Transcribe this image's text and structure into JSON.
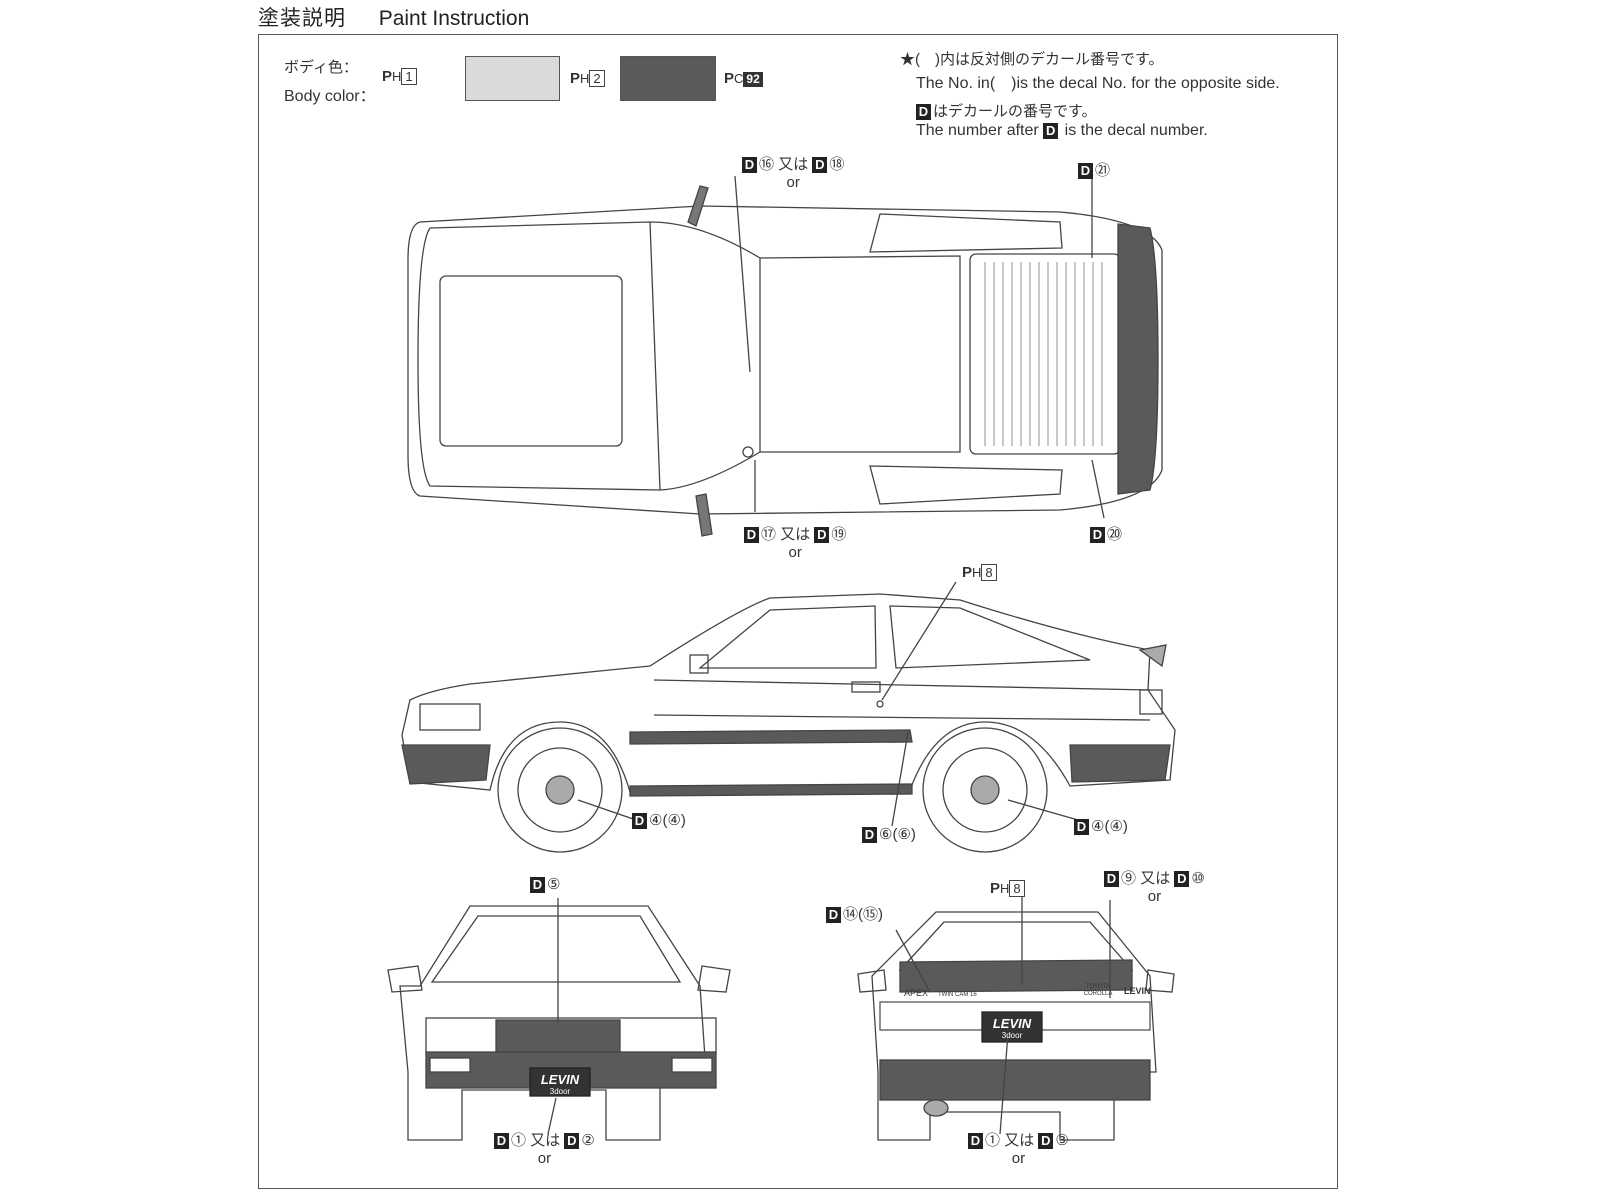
{
  "header": {
    "title_jp": "塗装説明",
    "title_en": "Paint Instruction"
  },
  "legend": {
    "body_color_jp": "ボディ色：",
    "body_color_en": "Body color：",
    "swatches": [
      {
        "ph_letter": "P",
        "ph_sub": "H",
        "code": "1",
        "color": "#ffffff"
      },
      {
        "ph_letter": "P",
        "ph_sub": "H",
        "code": "2",
        "color": "#d8dadc"
      },
      {
        "ph_letter": "P",
        "ph_sub": "C",
        "code": "92",
        "color": "#5a5a5a"
      }
    ]
  },
  "notes": {
    "star_jp": "★(　)内は反対側のデカール番号です。",
    "star_en": "The No. in(　)is the decal No. for the opposite side.",
    "d_jp": "はデカールの番号です。",
    "d_en_pre": "The number after",
    "d_en_post": "is the decal number.",
    "d_mark": "D"
  },
  "callouts": {
    "top_front": {
      "a": "⑯",
      "mid_jp": "又は",
      "b": "⑱",
      "or": "or"
    },
    "top_rear": {
      "a": "㉑"
    },
    "bottom_front": {
      "a": "⑰",
      "mid_jp": "又は",
      "b": "⑲",
      "or": "or"
    },
    "bottom_rear": {
      "a": "⑳"
    },
    "side_ph": {
      "code": "8"
    },
    "side_wheel_front": {
      "a": "④(④)"
    },
    "side_stripe": {
      "a": "⑥(⑥)"
    },
    "side_wheel_rear": {
      "a": "④(④)"
    },
    "front_top": {
      "a": "⑤"
    },
    "front_bottom": {
      "a": "①",
      "mid_jp": "又は",
      "b": "②",
      "or": "or"
    },
    "rear_ph": {
      "code": "8"
    },
    "rear_left": {
      "a": "⑭(⑮)"
    },
    "rear_right": {
      "a": "⑨",
      "mid_jp": "又は",
      "b": "⑩",
      "or": "or"
    },
    "rear_bottom": {
      "a": "①",
      "mid_jp": "又は",
      "b": "③",
      "or": "or"
    }
  },
  "car_text": {
    "plate_line1": "LEVIN",
    "plate_line2": "3door",
    "badge_apex": "APEX",
    "badge_twincam": "TWIN CAM 16",
    "badge_toyota": "TOYOTA",
    "badge_corolla": "COROLLA",
    "badge_levin": "LEVIN"
  }
}
